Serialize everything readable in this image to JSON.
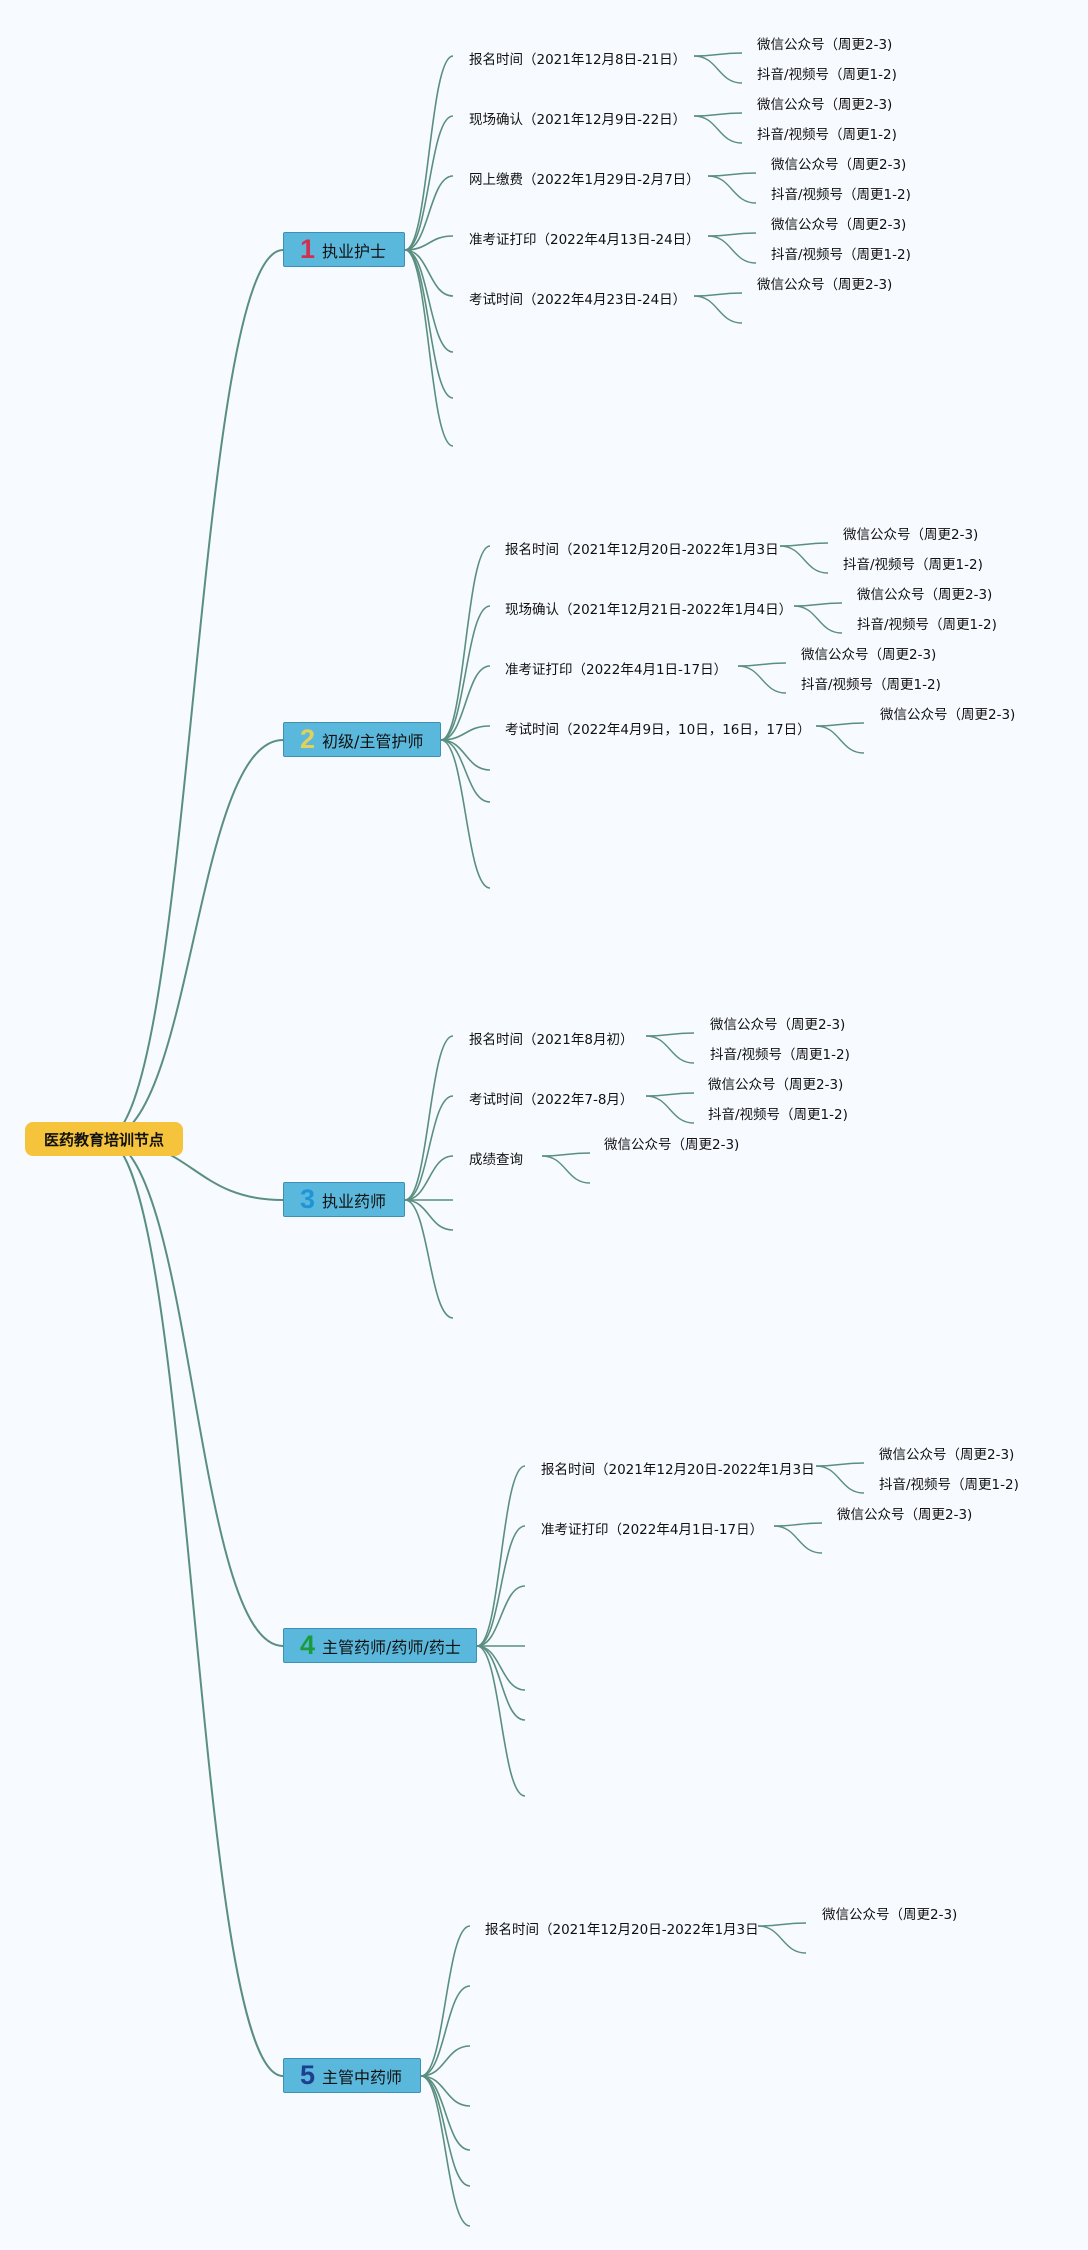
{
  "root": {
    "label": "医药教育培训节点"
  },
  "line_color": "#5a8f7f",
  "categories": [
    {
      "num": "1",
      "num_color": "#d0314d",
      "label": "执业护士",
      "items": [
        {
          "label": "报名时间（2021年12月8日-21日）",
          "leaves": [
            "微信公众号（周更2-3)",
            "抖音/视频号（周更1-2)"
          ]
        },
        {
          "label": "现场确认（2021年12月9日-22日）",
          "leaves": [
            "微信公众号（周更2-3)",
            "抖音/视频号（周更1-2)"
          ]
        },
        {
          "label": "网上缴费（2022年1月29日-2月7日）",
          "leaves": [
            "微信公众号（周更2-3)",
            "抖音/视频号（周更1-2)"
          ]
        },
        {
          "label": "准考证打印（2022年4月13日-24日）",
          "leaves": [
            "微信公众号（周更2-3)",
            "抖音/视频号（周更1-2)"
          ]
        },
        {
          "label": "考试时间（2022年4月23日-24日）",
          "leaves": [
            "微信公众号（周更2-3)"
          ]
        }
      ]
    },
    {
      "num": "2",
      "num_color": "#e2d15a",
      "label": "初级/主管护师",
      "items": [
        {
          "label": "报名时间（2021年12月20日-2022年1月3日",
          "leaves": [
            "微信公众号（周更2-3)",
            "抖音/视频号（周更1-2)"
          ]
        },
        {
          "label": "现场确认（2021年12月21日-2022年1月4日）",
          "leaves": [
            "微信公众号（周更2-3)",
            "抖音/视频号（周更1-2)"
          ]
        },
        {
          "label": "准考证打印（2022年4月1日-17日）",
          "leaves": [
            "微信公众号（周更2-3)",
            "抖音/视频号（周更1-2)"
          ]
        },
        {
          "label": "考试时间（2022年4月9日，10日，16日，17日）",
          "leaves": [
            "微信公众号（周更2-3)"
          ]
        }
      ]
    },
    {
      "num": "3",
      "num_color": "#1f95d8",
      "label": "执业药师",
      "items": [
        {
          "label": "报名时间（2021年8月初）",
          "leaves": [
            "微信公众号（周更2-3)",
            "抖音/视频号（周更1-2)"
          ]
        },
        {
          "label": "考试时间（2022年7-8月）",
          "leaves": [
            "微信公众号（周更2-3)",
            "抖音/视频号（周更1-2)"
          ]
        },
        {
          "label": "成绩查询",
          "leaves": [
            "微信公众号（周更2-3)"
          ]
        }
      ]
    },
    {
      "num": "4",
      "num_color": "#1c9b3c",
      "label": "主管药师/药师/药士",
      "items": [
        {
          "label": "报名时间（2021年12月20日-2022年1月3日",
          "leaves": [
            "微信公众号（周更2-3)",
            "抖音/视频号（周更1-2)"
          ]
        },
        {
          "label": "准考证打印（2022年4月1日-17日）",
          "leaves": [
            "微信公众号（周更2-3)"
          ]
        }
      ]
    },
    {
      "num": "5",
      "num_color": "#1d3f8f",
      "label": "主管中药师",
      "items": [
        {
          "label": "报名时间（2021年12月20日-2022年1月3日",
          "leaves": [
            "微信公众号（周更2-3)"
          ]
        }
      ]
    }
  ]
}
